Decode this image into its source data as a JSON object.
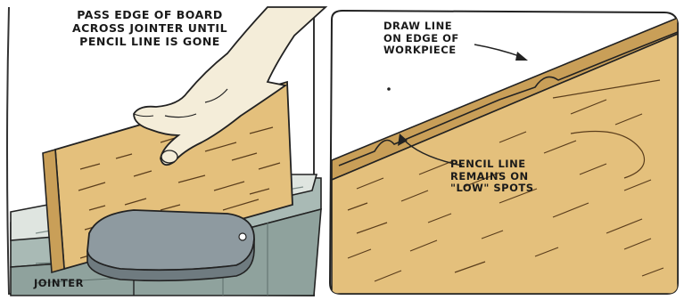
{
  "left_panel": {
    "caption": [
      "PASS EDGE OF BOARD",
      "ACROSS JOINTER UNTIL",
      "PENCIL LINE IS GONE"
    ],
    "tool_label": "JOINTER"
  },
  "right_panel": {
    "draw_caption": [
      "DRAW LINE",
      "ON EDGE OF",
      "WORKPIECE"
    ],
    "pencil_caption": [
      "PENCIL LINE",
      "REMAINS ON",
      "\"LOW\" SPOTS"
    ]
  },
  "colors": {
    "wood": "#e4c07c",
    "wood_grain": "#5a3d1c",
    "hand": "#f3ecd9",
    "jointer_guard": "#8e9aa0",
    "jointer_bed": "#9fb1ad",
    "fence": "#d9dfda",
    "outline": "#222222"
  }
}
